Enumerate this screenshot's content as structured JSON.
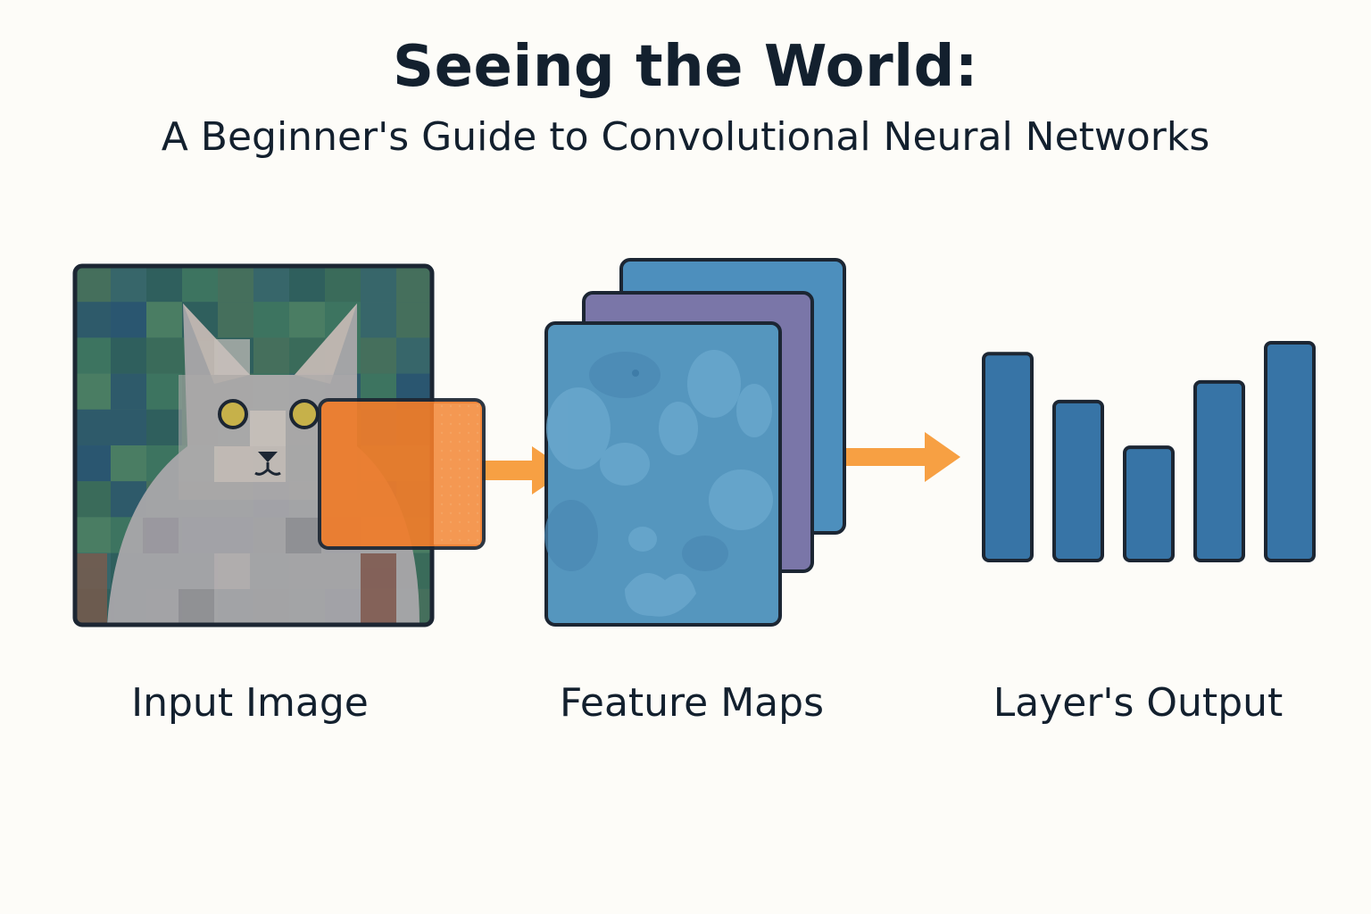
{
  "title": "Seeing the World:",
  "subtitle": "A Beginner's Guide to Convolutional Neural Networks",
  "stages": {
    "input": {
      "label": "Input Image",
      "icon": "pixelated-cat-image"
    },
    "feature": {
      "label": "Feature Maps",
      "icon": "stacked-feature-maps"
    },
    "output": {
      "label": "Layer's Output",
      "icon": "output-bar-chart"
    }
  },
  "output_bars": {
    "relative_heights": [
      0.95,
      0.73,
      0.52,
      0.82,
      1.0
    ]
  },
  "colors": {
    "background": "#fdfcf8",
    "text": "#13202e",
    "outline": "#1c2633",
    "filter": "#f07c2a",
    "arrow": "#f7a043",
    "feature_map_front": "#5596be",
    "feature_map_middle": "#7a76a8",
    "feature_map_back": "#4d8fbd",
    "bar": "#3774a6",
    "cat": "#a9a6a8",
    "background_tiles": "#3d6b62"
  }
}
